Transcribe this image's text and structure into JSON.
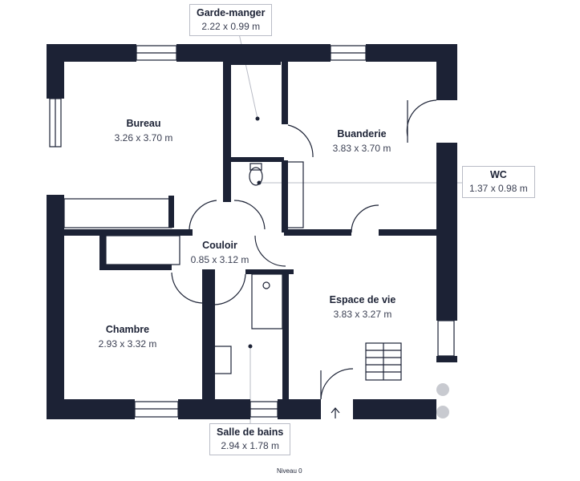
{
  "plan": {
    "level_label": "Niveau 0",
    "wall_color": "#1c2235",
    "rooms": {
      "bureau": {
        "name": "Bureau",
        "dims": "3.26 x 3.70 m"
      },
      "buanderie": {
        "name": "Buanderie",
        "dims": "3.83 x 3.70 m"
      },
      "couloir": {
        "name": "Couloir",
        "dims": "0.85 x 3.12 m"
      },
      "chambre": {
        "name": "Chambre",
        "dims": "2.93 x 3.32 m"
      },
      "espace_de_vie": {
        "name": "Espace de vie",
        "dims": "3.83 x 3.27 m"
      }
    },
    "callouts": {
      "garde_manger": {
        "name": "Garde-manger",
        "dims": "2.22 x 0.99 m"
      },
      "wc": {
        "name": "WC",
        "dims": "1.37 x 0.98 m"
      },
      "salle_de_bains": {
        "name": "Salle de bains",
        "dims": "2.94 x 1.78 m"
      }
    }
  }
}
